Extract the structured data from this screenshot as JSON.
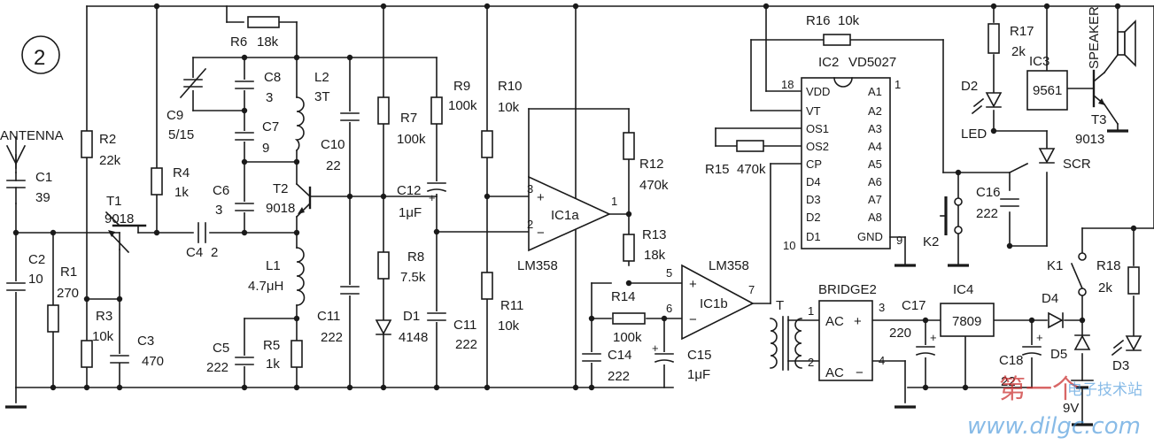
{
  "figure_number": "2",
  "labels": {
    "antenna": "ANTENNA",
    "c1": "C1",
    "c1v": "39",
    "c2": "C2",
    "c2v": "10",
    "r1": "R1",
    "r1v": "270",
    "r2": "R2",
    "r2v": "22k",
    "r3": "R3",
    "r3v": "10k",
    "c3": "C3",
    "c3v": "470",
    "t1": "T1",
    "t1v": "9018",
    "r4": "R4",
    "r4v": "1k",
    "c4": "C4",
    "c4v": "2",
    "c9": "C9",
    "c9v": "5/15",
    "r6": "R6",
    "r6v": "18k",
    "c8": "C8",
    "c8v": "3",
    "c7": "C7",
    "c7v": "9",
    "c6": "C6",
    "c6v": "3",
    "t2": "T2",
    "t2v": "9018",
    "l2": "L2",
    "l2v": "3T",
    "l1": "L1",
    "l1v": "4.7μH",
    "c5": "C5",
    "c5v": "222",
    "r5": "R5",
    "r5v": "1k",
    "c10": "C10",
    "c10v": "22",
    "c11a": "C11",
    "c11av": "222",
    "r7": "R7",
    "r7v": "100k",
    "r8": "R8",
    "r8v": "7.5k",
    "d1": "D1",
    "d1v": "4148",
    "r9": "R9",
    "r9v": "100k",
    "c12": "C12",
    "c12v": "1μF",
    "c11b": "C11",
    "c11bv": "222",
    "r10": "R10",
    "r10v": "10k",
    "r11": "R11",
    "r11v": "10k",
    "ic1a": "IC1a",
    "lm358a": "LM358",
    "pin3": "3",
    "pin2": "2",
    "pin1": "1",
    "r12": "R12",
    "r12v": "470k",
    "r13": "R13",
    "r13v": "18k",
    "ic1b": "IC1b",
    "lm358b": "LM358",
    "pin5": "5",
    "pin6": "6",
    "pin7": "7",
    "r14": "R14",
    "r14v": "100k",
    "c14": "C14",
    "c14v": "222",
    "c15": "C15",
    "c15v": "1μF",
    "r15": "R15",
    "r15v": "470k",
    "r16": "R16",
    "r16v": "10k",
    "ic2": "IC2",
    "ic2v": "VD5027",
    "pin18": "18",
    "pin1b": "1",
    "pin10": "10",
    "pin9": "9",
    "ic2_left": [
      "VDD",
      "VT",
      "OS1",
      "OS2",
      "CP",
      "D4",
      "D3",
      "D2",
      "D1"
    ],
    "ic2_right": [
      "A1",
      "A2",
      "A3",
      "A4",
      "A5",
      "A6",
      "A7",
      "A8",
      "GND"
    ],
    "k2": "K2",
    "c16": "C16",
    "c16v": "222",
    "scr": "SCR",
    "r17": "R17",
    "r17v": "2k",
    "d2": "D2",
    "led": "LED",
    "ic3": "IC3",
    "ic3v": "9561",
    "speaker": "SPEAKER",
    "t3": "T3",
    "t3v": "9013",
    "transformer": "T",
    "bridge": "BRIDGE2",
    "ac1": "AC",
    "ac2": "AC",
    "plus": "+",
    "minus": "−",
    "bp1": "1",
    "bp2": "2",
    "bp3": "3",
    "bp4": "4",
    "c17": "C17",
    "c17v": "220",
    "ic4": "IC4",
    "ic4v": "7809",
    "c18": "C18",
    "c18v": "22",
    "d4": "D4",
    "d5": "D5",
    "k1": "K1",
    "r18": "R18",
    "r18v": "2k",
    "d3": "D3",
    "battery": "9V"
  },
  "watermark": {
    "cn1": "第一个",
    "cn2": "电子技术站",
    "url": "www.dilgc.com"
  }
}
